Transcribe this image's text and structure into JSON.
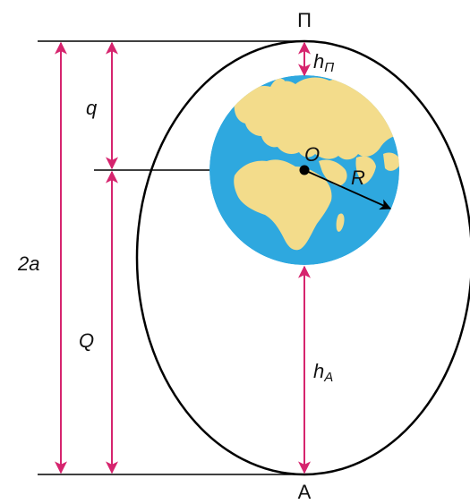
{
  "labels": {
    "perigee": "П",
    "apogee": "А",
    "perigee_height_main": "h",
    "perigee_height_sub": "П",
    "apogee_height_main": "h",
    "apogee_height_sub": "A",
    "q": "q",
    "Q": "Q",
    "major_axis": "2a",
    "center": "O",
    "radius": "R"
  },
  "colors": {
    "arrow": "#d6246e",
    "ocean": "#2ea8df",
    "land": "#f3dc8b",
    "stroke": "#000000"
  }
}
